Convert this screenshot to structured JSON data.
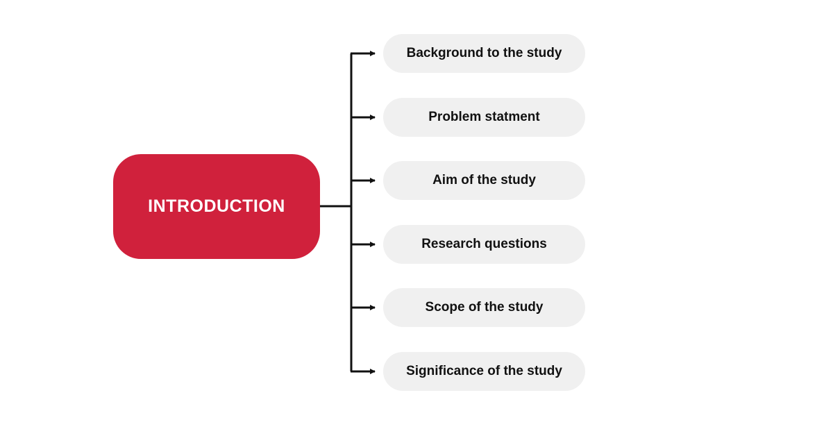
{
  "root": {
    "title": "INTRODUCTION"
  },
  "items": [
    {
      "label": "Background to the study"
    },
    {
      "label": "Problem statment"
    },
    {
      "label": "Aim of the study"
    },
    {
      "label": "Research questions"
    },
    {
      "label": "Scope of the study"
    },
    {
      "label": "Significance of the study"
    }
  ],
  "colors": {
    "background": "#ffffff",
    "root_bg": "#d0213c",
    "root_text": "#ffffff",
    "item_bg": "#f0f0f0",
    "item_text": "#111111",
    "connector": "#111111"
  }
}
